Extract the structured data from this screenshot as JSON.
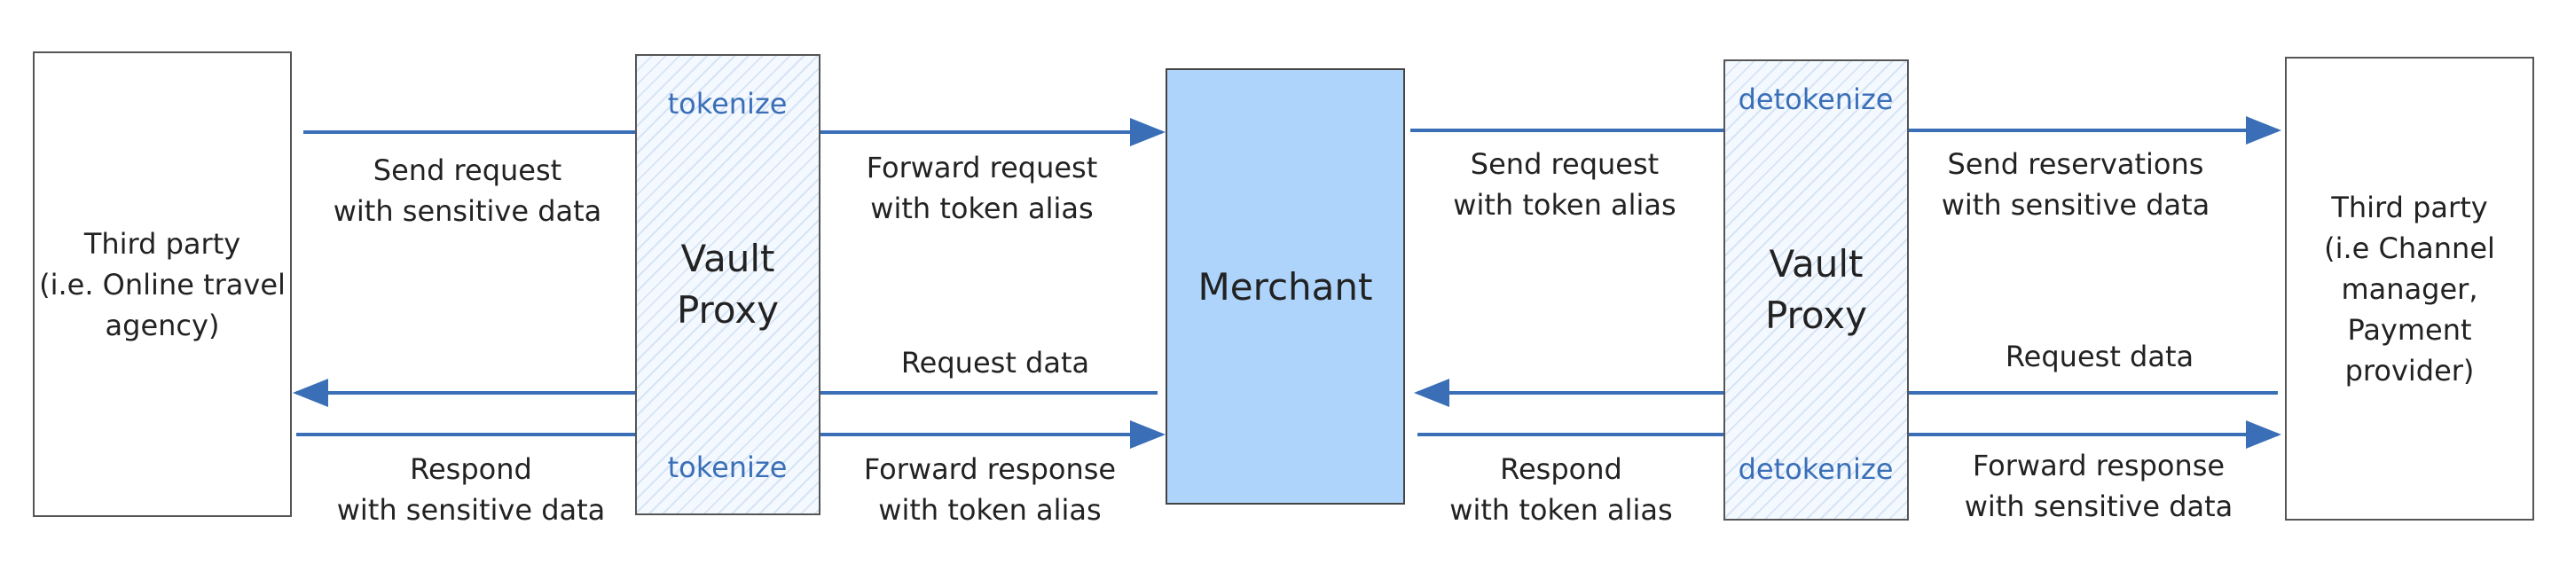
{
  "nodes": {
    "left_party": "Third party\n(i.e. Online travel\nagency)",
    "vault_left": "Vault\nProxy",
    "merchant": "Merchant",
    "vault_right": "Vault\nProxy",
    "right_party": "Third party\n(i.e Channel\nmanager,\nPayment\nprovider)"
  },
  "vault_ops": {
    "left_top": "tokenize",
    "left_bottom": "tokenize",
    "right_top": "detokenize",
    "right_bottom": "detokenize"
  },
  "edge_labels": {
    "send_request_sensitive": [
      "Send request",
      "with sensitive data"
    ],
    "forward_request_token": [
      "Forward request",
      "with token alias"
    ],
    "request_data_left": [
      "Request data"
    ],
    "respond_sensitive": [
      "Respond",
      "with sensitive data"
    ],
    "forward_response_token": [
      "Forward response",
      "with token alias"
    ],
    "send_request_token": [
      "Send request",
      "with token alias"
    ],
    "send_reservations_sensitive": [
      "Send reservations",
      "with sensitive data"
    ],
    "request_data_right": [
      "Request data"
    ],
    "respond_token": [
      "Respond",
      "with token alias"
    ],
    "forward_response_sensitive": [
      "Forward response",
      "with sensitive data"
    ]
  },
  "colors": {
    "arrow": "#3a6fb7",
    "merchant_fill": "#aed4fb",
    "vault_op_text": "#3a6fb7"
  }
}
